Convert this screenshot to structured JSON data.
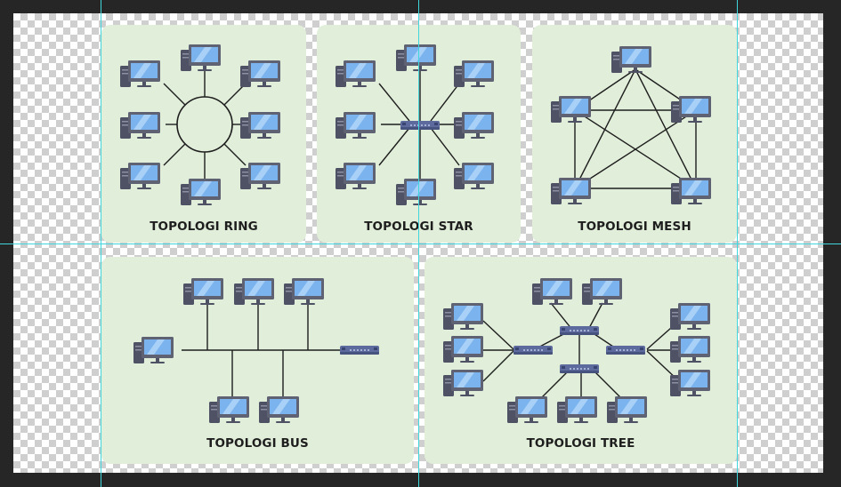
{
  "diagrams": {
    "ring": {
      "title": "TOPOLOGI RING"
    },
    "star": {
      "title": "TOPOLOGI STAR"
    },
    "mesh": {
      "title": "TOPOLOGI MESH"
    },
    "bus": {
      "title": "TOPOLOGI BUS"
    },
    "tree": {
      "title": "TOPOLOGI TREE"
    }
  },
  "icons": {
    "node": "computer-icon",
    "hub": "switch-icon"
  },
  "colors": {
    "panel": "#e1eed9",
    "monitor_frame": "#5f6273",
    "screen": "#7ab3ee",
    "switch": "#5c6a9e",
    "line": "#1e1e1e",
    "guide": "#3fd6de"
  }
}
